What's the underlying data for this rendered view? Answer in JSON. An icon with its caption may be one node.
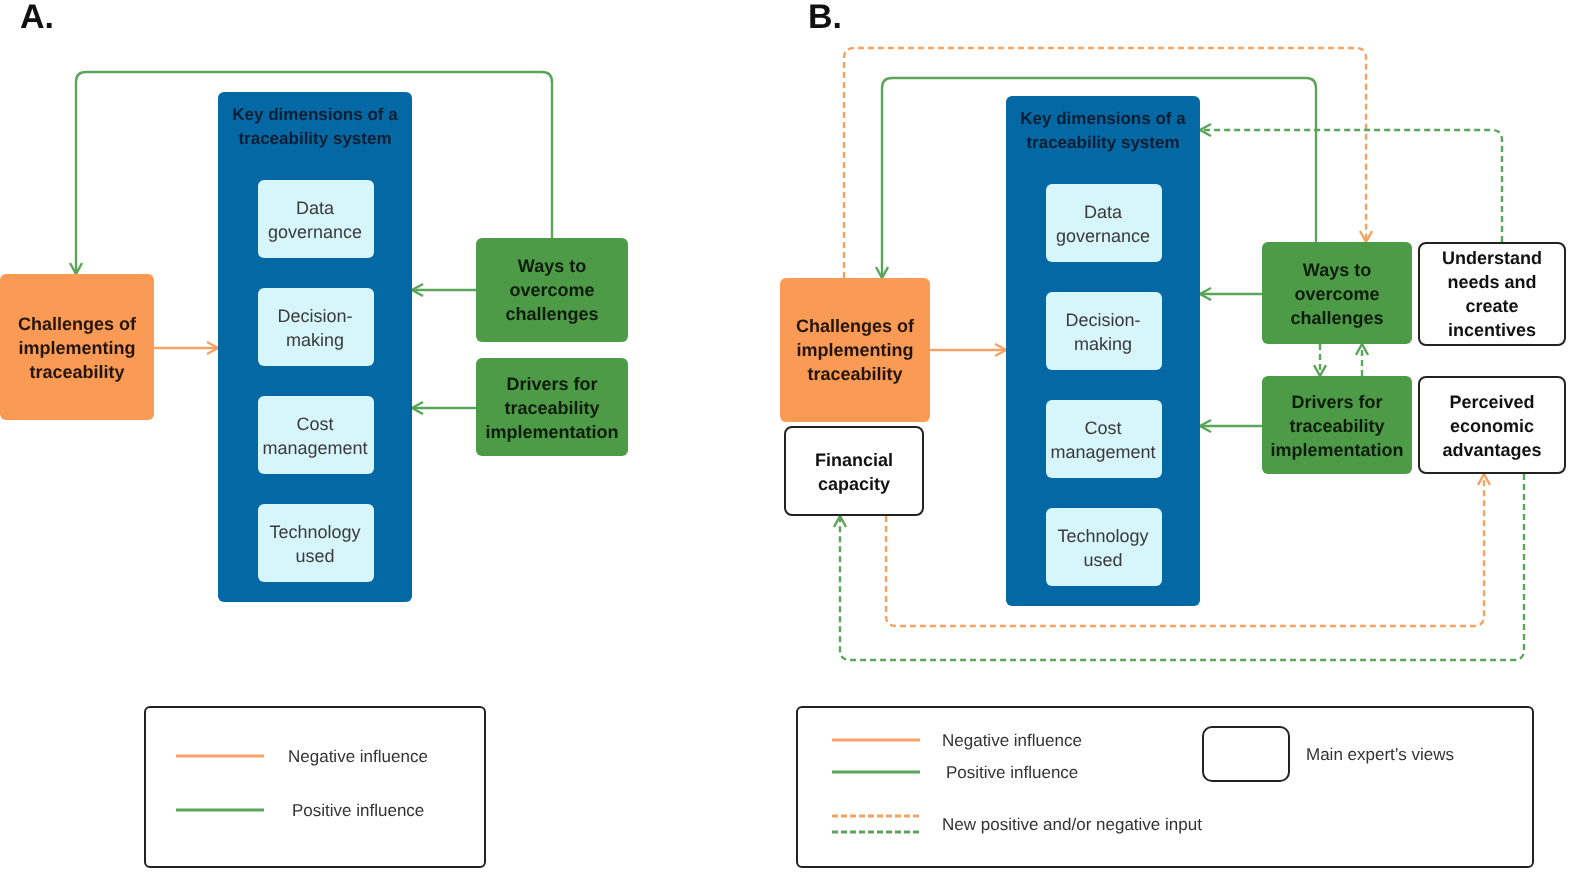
{
  "diagram": {
    "nodes": [
      {
        "text": [
          "Challenges of implementing traceability"
        ]
      },
      {
        "text": [
          "Key dimensions of a traceability system"
        ]
      },
      {
        "text": [
          "Data governance"
        ],
        "in": 1
      },
      {
        "text": [
          "Decision-making"
        ],
        "in": 1
      },
      {
        "text": [
          "Cost management"
        ],
        "in": 1
      },
      {
        "text": [
          "Technology used"
        ],
        "in": 1
      },
      {
        "text": [
          "Ways to overcome challenges"
        ]
      },
      {
        "text": [
          "Drivers for traceability implementation"
        ]
      },
      {
        "text": [
          "Challenges of implementing traceability"
        ]
      },
      {
        "text": [
          "Financial capacity"
        ]
      },
      {
        "text": [
          "Key dimensions of a traceability system"
        ]
      },
      {
        "text": [
          "Data governance"
        ],
        "in": 10
      },
      {
        "text": [
          "Decision-making"
        ],
        "in": 10
      },
      {
        "text": [
          "Cost management"
        ],
        "in": 10
      },
      {
        "text": [
          "Technology used"
        ],
        "in": 10
      },
      {
        "text": [
          "Ways to overcome challenges"
        ]
      },
      {
        "text": [
          "Understand needs and create incentives"
        ]
      },
      {
        "text": [
          "Drivers for traceability implementation"
        ]
      },
      {
        "text": [
          "Perceived economic advantages"
        ]
      }
    ],
    "edges": [
      {
        "from": 6,
        "to": 0,
        "arrow": "to"
      },
      {
        "from": 0,
        "to": 1,
        "arrow": "to",
        "color": "#f5a262"
      },
      {
        "from": 6,
        "to": 1,
        "arrow": "to"
      },
      {
        "from": 7,
        "to": 1,
        "arrow": "to"
      },
      {
        "from": 15,
        "to": 8,
        "arrow": "to"
      },
      {
        "from": 8,
        "to": 15,
        "arrow": "to",
        "style": "dashed",
        "color": "#f5a262"
      },
      {
        "from": 8,
        "to": 10,
        "arrow": "to",
        "color": "#f5a262"
      },
      {
        "from": 15,
        "to": 10,
        "arrow": "to"
      },
      {
        "from": 17,
        "to": 10,
        "arrow": "to"
      },
      {
        "from": 16,
        "to": 10,
        "arrow": "to",
        "style": "dashed"
      },
      {
        "from": 15,
        "to": 17,
        "arrow": "to",
        "style": "dashed"
      },
      {
        "from": 17,
        "to": 15,
        "arrow": "to",
        "style": "dashed"
      },
      {
        "from": 9,
        "to": 18,
        "arrow": "to",
        "style": "dashed",
        "color": "#f5a262"
      },
      {
        "from": 18,
        "to": 9,
        "arrow": "to",
        "style": "dashed"
      }
    ],
    "labels": [
      "A.",
      "B."
    ],
    "legend": [
      {
        "text": "Negative influence"
      },
      {
        "text": "Positive influence"
      },
      {
        "text": "Negative influence"
      },
      {
        "text": "Positive influence"
      },
      {
        "text": "Main expert’s views"
      },
      {
        "text": "New positive and/or negative input"
      }
    ]
  }
}
